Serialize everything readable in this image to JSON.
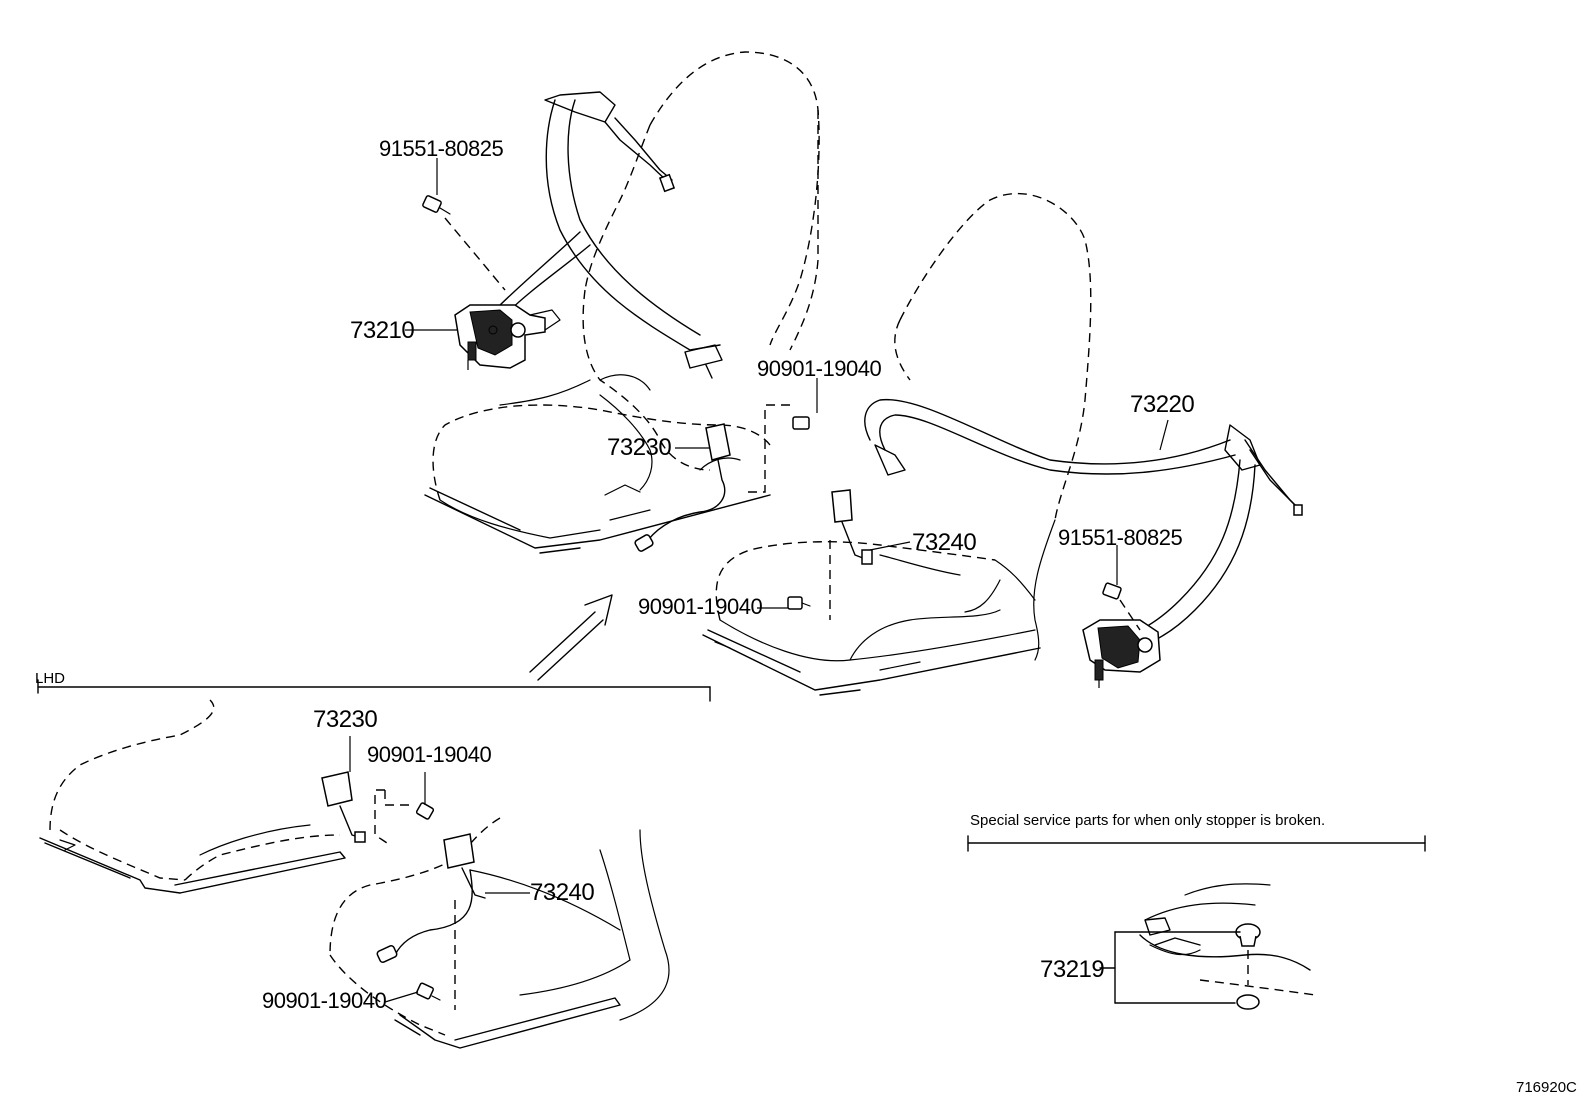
{
  "diagram": {
    "parts": {
      "retractor_left": "73210",
      "bolt_top_left": "91551-80825",
      "buckle_left": "73230",
      "bolt_mid": "90901-19040",
      "retractor_right": "73220",
      "buckle_right": "73240",
      "bolt_lower": "90901-19040",
      "bolt_right": "91551-80825"
    },
    "lhd": {
      "section_label": "LHD",
      "buckle": "73230",
      "bolt_upper": "90901-19040",
      "buckle_inner": "73240",
      "bolt_lower": "90901-19040"
    },
    "service": {
      "note": "Special service parts for when only stopper is broken.",
      "part": "73219"
    },
    "drawing_code": "716920C"
  }
}
